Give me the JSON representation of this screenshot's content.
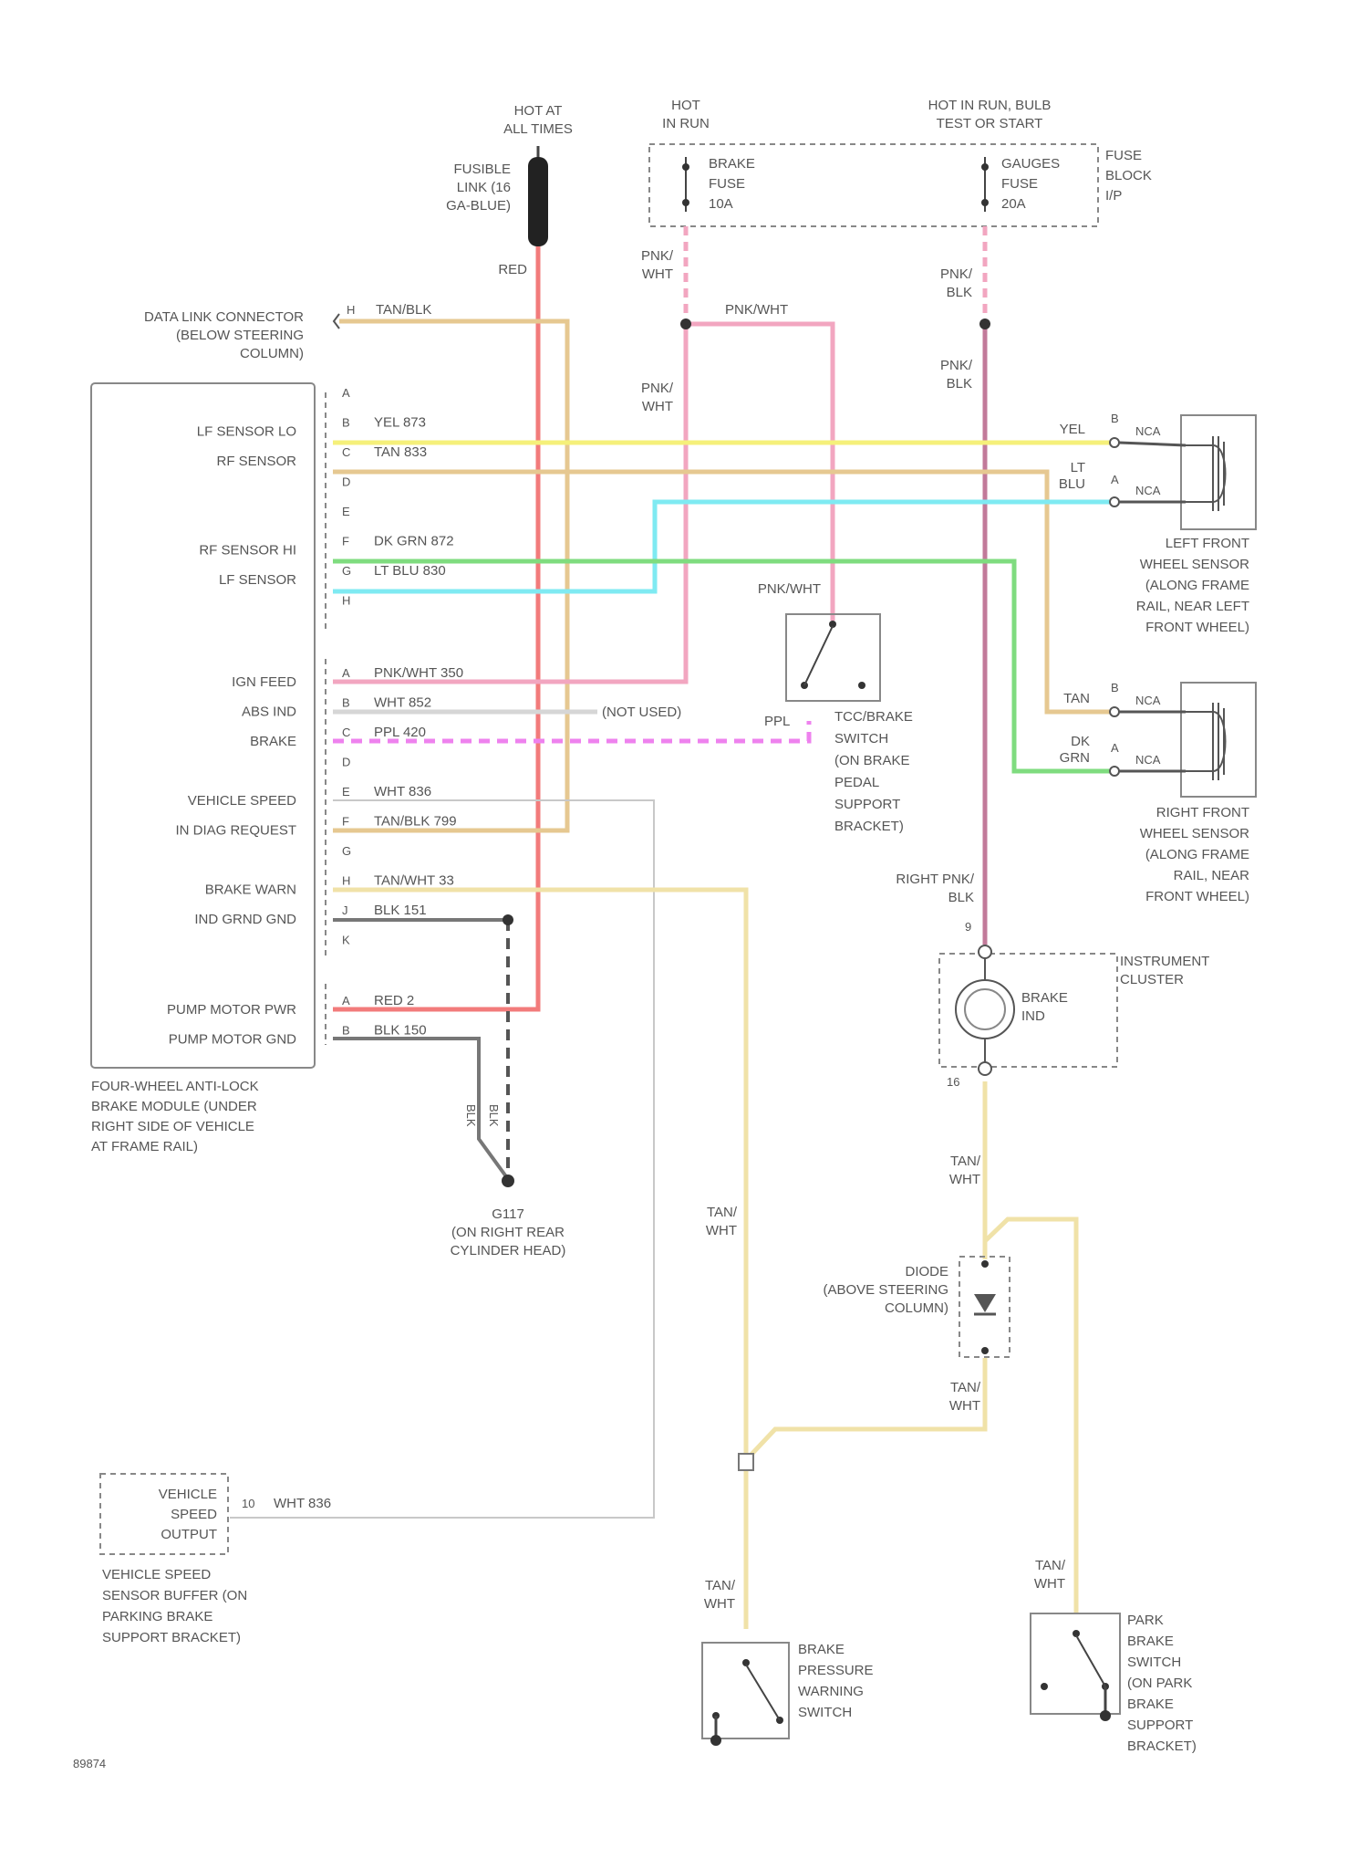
{
  "colors": {
    "red": "#f27b7b",
    "tan": "#e6c891",
    "yellow": "#f5f07a",
    "cyan": "#7feaf2",
    "green": "#7fdc7f",
    "pink": "#f2a6c0",
    "pink_blk": "#c27a9a",
    "ppl": "#ee82ee",
    "white": "#d6d6d6",
    "blk": "#777777",
    "tan_light": "#f0e2a8"
  },
  "power": {
    "hot_at_all_times": "HOT AT\nALL TIMES",
    "fusible_link": "FUSIBLE\nLINK (16\nGA-BLUE)",
    "hot_in_run": "HOT\nIN RUN",
    "hot_in_run_bulb": "HOT IN RUN, BULB\nTEST OR START",
    "brake_fuse": "BRAKE\nFUSE\n10A",
    "gauges_fuse": "GAUGES\nFUSE\n20A",
    "fuse_block": "FUSE\nBLOCK\nI/P",
    "red_label": "RED",
    "pnk_wht_1": "PNK/\nWHT",
    "pnk_blk_1": "PNK/\nBLK",
    "pnk_wht_bus": "PNK/WHT",
    "pnk_wht_2": "PNK/\nWHT",
    "pnk_blk_2": "PNK/\nBLK"
  },
  "dlc": {
    "label": "DATA LINK CONNECTOR\n(BELOW STEERING\nCOLUMN)",
    "pin": "H",
    "wire": "TAN/BLK"
  },
  "module": {
    "caption": "FOUR-WHEEL ANTI-LOCK\nBRAKE MODULE (UNDER\nRIGHT SIDE OF VEHICLE\nAT FRAME RAIL)",
    "conn1": [
      {
        "pin": "A",
        "label": "",
        "wire": ""
      },
      {
        "pin": "B",
        "label": "LF SENSOR LO",
        "wire": "YEL  873"
      },
      {
        "pin": "C",
        "label": "RF SENSOR",
        "wire": "TAN  833"
      },
      {
        "pin": "D",
        "label": "",
        "wire": ""
      },
      {
        "pin": "E",
        "label": "",
        "wire": ""
      },
      {
        "pin": "F",
        "label": "RF SENSOR HI",
        "wire": "DK GRN  872"
      },
      {
        "pin": "G",
        "label": "LF SENSOR",
        "wire": "LT BLU  830"
      },
      {
        "pin": "H",
        "label": "",
        "wire": ""
      }
    ],
    "conn2": [
      {
        "pin": "A",
        "label": "IGN FEED",
        "wire": "PNK/WHT  350"
      },
      {
        "pin": "B",
        "label": "ABS IND",
        "wire": "WHT  852"
      },
      {
        "pin": "C",
        "label": "BRAKE",
        "wire": "PPL  420"
      },
      {
        "pin": "D",
        "label": "",
        "wire": ""
      },
      {
        "pin": "E",
        "label": "VEHICLE SPEED",
        "wire": "WHT  836"
      },
      {
        "pin": "F",
        "label": "IN DIAG REQUEST",
        "wire": "TAN/BLK  799"
      },
      {
        "pin": "G",
        "label": "",
        "wire": ""
      },
      {
        "pin": "H",
        "label": "BRAKE WARN",
        "wire": "TAN/WHT  33"
      },
      {
        "pin": "J",
        "label": "IND GRND GND",
        "wire": "BLK  151"
      },
      {
        "pin": "K",
        "label": "",
        "wire": ""
      }
    ],
    "conn3": [
      {
        "pin": "A",
        "label": "PUMP MOTOR PWR",
        "wire": "RED  2"
      },
      {
        "pin": "B",
        "label": "PUMP MOTOR GND",
        "wire": "BLK  150"
      }
    ],
    "not_used": "(NOT USED)"
  },
  "ground": {
    "label": "G117\n(ON RIGHT REAR\nCYLINDER HEAD)",
    "blk1": "BLK",
    "blk2": "BLK"
  },
  "left_sensor": {
    "pin_b": "B",
    "pin_a": "A",
    "wire_b": "YEL",
    "wire_a": "LT\nBLU",
    "nca_b": "NCA",
    "nca_a": "NCA",
    "label": "LEFT FRONT\nWHEEL SENSOR\n(ALONG FRAME\nRAIL, NEAR LEFT\nFRONT WHEEL)"
  },
  "right_sensor": {
    "pin_b": "B",
    "pin_a": "A",
    "wire_b": "TAN",
    "wire_a": "DK\nGRN",
    "nca_b": "NCA",
    "nca_a": "NCA",
    "label": "RIGHT FRONT\nWHEEL SENSOR\n(ALONG FRAME\nRAIL, NEAR\nFRONT WHEEL)"
  },
  "tcc_switch": {
    "wire": "PNK/WHT",
    "label": "TCC/BRAKE\nSWITCH\n(ON BRAKE\nPEDAL\nSUPPORT\nBRACKET)",
    "ppl": "PPL"
  },
  "cluster": {
    "wire": "RIGHT PNK/\nBLK",
    "pin_top": "9",
    "pin_bot": "16",
    "label": "INSTRUMENT\nCLUSTER",
    "lamp": "BRAKE\nIND"
  },
  "diode": {
    "label": "DIODE\n(ABOVE STEERING\nCOLUMN)",
    "tan_wht_1": "TAN/\nWHT",
    "tan_wht_2": "TAN/\nWHT"
  },
  "tan_wht_left": "TAN/\nWHT",
  "vss": {
    "inner": "VEHICLE\nSPEED\nOUTPUT",
    "pin": "10",
    "wire": "WHT  836",
    "label": "VEHICLE SPEED\nSENSOR BUFFER (ON\nPARKING BRAKE\nSUPPORT BRACKET)"
  },
  "brake_pressure": {
    "wire": "TAN/\nWHT",
    "label": "BRAKE\nPRESSURE\nWARNING\nSWITCH"
  },
  "park_brake": {
    "wire": "TAN/\nWHT",
    "label": "PARK\nBRAKE\nSWITCH\n(ON PARK\nBRAKE\nSUPPORT\nBRACKET)"
  },
  "figure_id": "89874"
}
